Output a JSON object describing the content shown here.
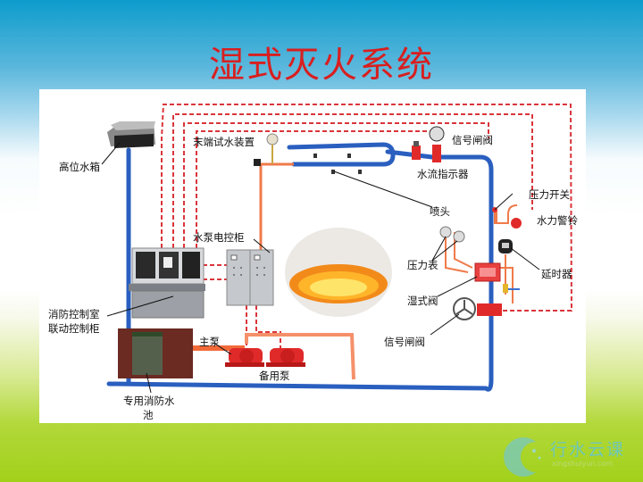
{
  "title": "湿式灭火系统",
  "labels": {
    "high_tank": "高位水箱",
    "test_device": "末端试水装置",
    "signal_valve_top": "信号闸阀",
    "water_flow_indicator": "水流指示器",
    "sprinkler": "喷头",
    "pressure_switch": "压力开关",
    "water_alarm_bell": "水力警铃",
    "pump_control_cabinet": "水泵电控柜",
    "pressure_gauge": "压力表",
    "delay_device": "延时器",
    "wet_valve": "湿式阀",
    "signal_valve_bottom": "信号闸阀",
    "control_room_line1": "消防控制室",
    "control_room_line2": "联动控制柜",
    "main_pump": "主泵",
    "standby_pump": "备用泵",
    "pool_line1": "专用消防水",
    "pool_line2": "池"
  },
  "logo": {
    "name": "行水云课",
    "url": "xingshuiyun.com"
  },
  "colors": {
    "title": "#d81f1f",
    "water_pipe": "#2a5fbf",
    "signal_line": "#d9353a",
    "supply_pipe": "#f07a4a",
    "equipment_red": "#e02a2a"
  }
}
